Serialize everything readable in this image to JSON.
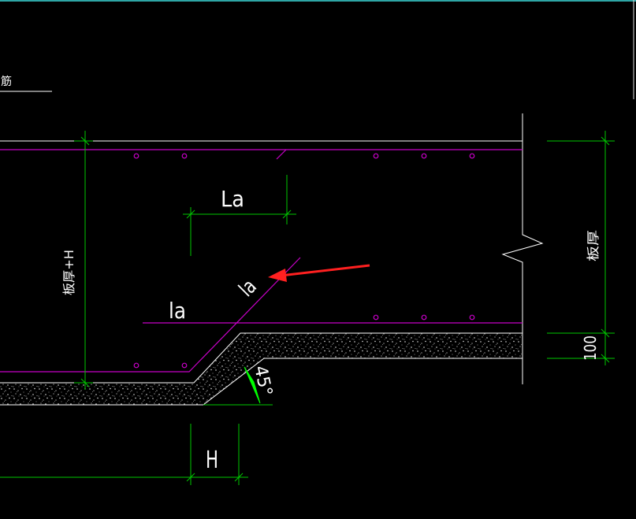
{
  "top_label": "筋",
  "labels": {
    "La": "La",
    "la_diagonal": "la",
    "la_horizontal": "la",
    "angle": "45°",
    "height": "H",
    "left_dim": "板厚+H",
    "right_dim": "板厚",
    "bottom_dim": "100"
  },
  "colors": {
    "background": "#000000",
    "rebar": "#c800c8",
    "dimension": "#00c800",
    "outline": "#ffffff",
    "arrow": "#ff2020",
    "angle_marker": "#00ff00",
    "top_border": "#2ea6a6"
  }
}
